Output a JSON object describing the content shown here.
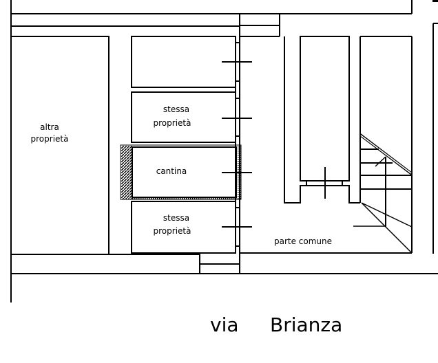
{
  "rooms": {
    "left": [
      "altra",
      "proprietà"
    ],
    "upper_same": [
      "stessa",
      "proprietà"
    ],
    "cellar": "cantina",
    "lower_same": [
      "stessa",
      "proprietà"
    ],
    "common": "parte comune"
  },
  "street": {
    "prefix": "via",
    "name": "Brianza"
  }
}
